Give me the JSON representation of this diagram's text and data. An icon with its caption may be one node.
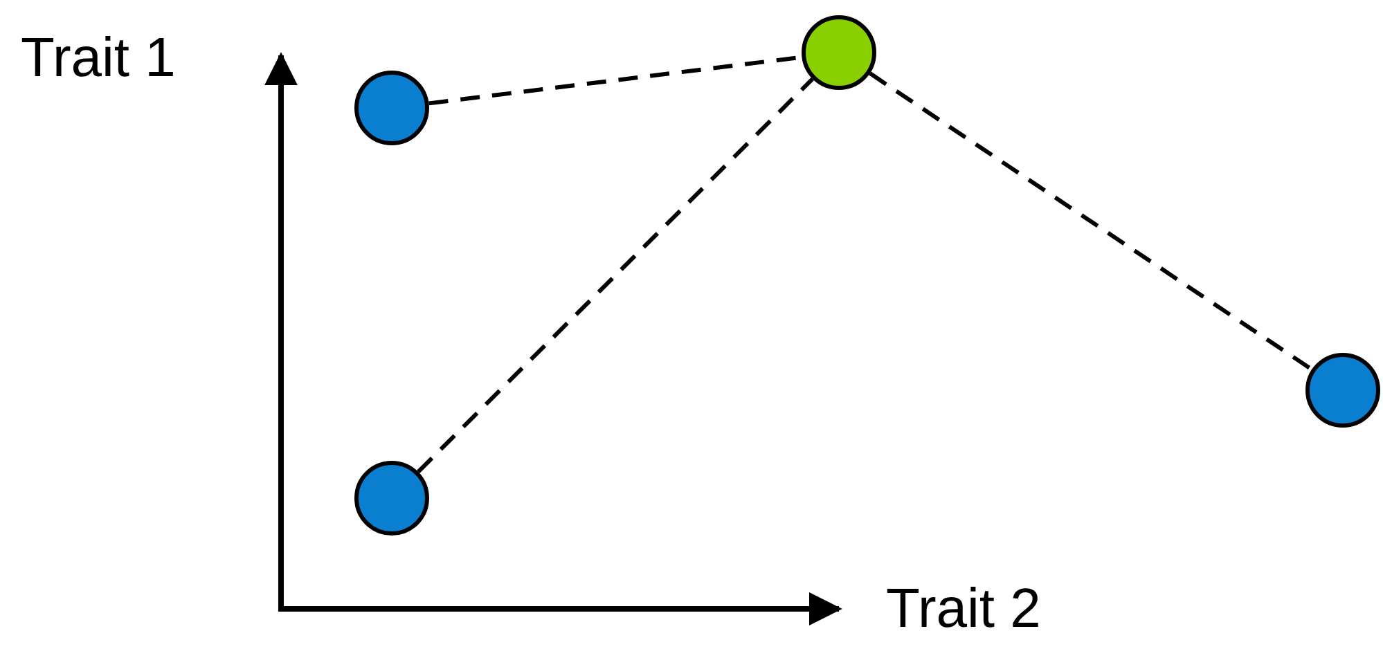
{
  "diagram": {
    "nodes": [
      {
        "text": [],
        "shape": "circle"
      },
      {
        "text": [],
        "shape": "circle"
      },
      {
        "text": [],
        "shape": "circle"
      },
      {
        "text": [],
        "shape": "circle"
      }
    ],
    "edges": [
      {
        "from": 1,
        "to": 0,
        "arrow": "none",
        "style": "dashed"
      },
      {
        "from": 3,
        "to": 0,
        "arrow": "none",
        "style": "dashed"
      },
      {
        "from": 0,
        "to": 2,
        "arrow": "none",
        "style": "dashed"
      }
    ],
    "labels": [
      "Trait 1",
      "Trait 2"
    ]
  }
}
